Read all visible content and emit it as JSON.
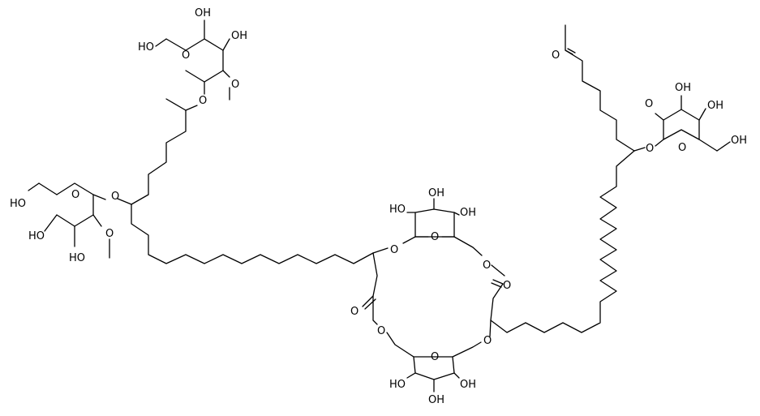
{
  "molecule": {
    "labels": {
      "hydroxyl": "HO",
      "hydroxyl_right": "OH",
      "oxygen": "O"
    },
    "colors": {
      "bond": "#000000",
      "background": "#ffffff"
    }
  }
}
